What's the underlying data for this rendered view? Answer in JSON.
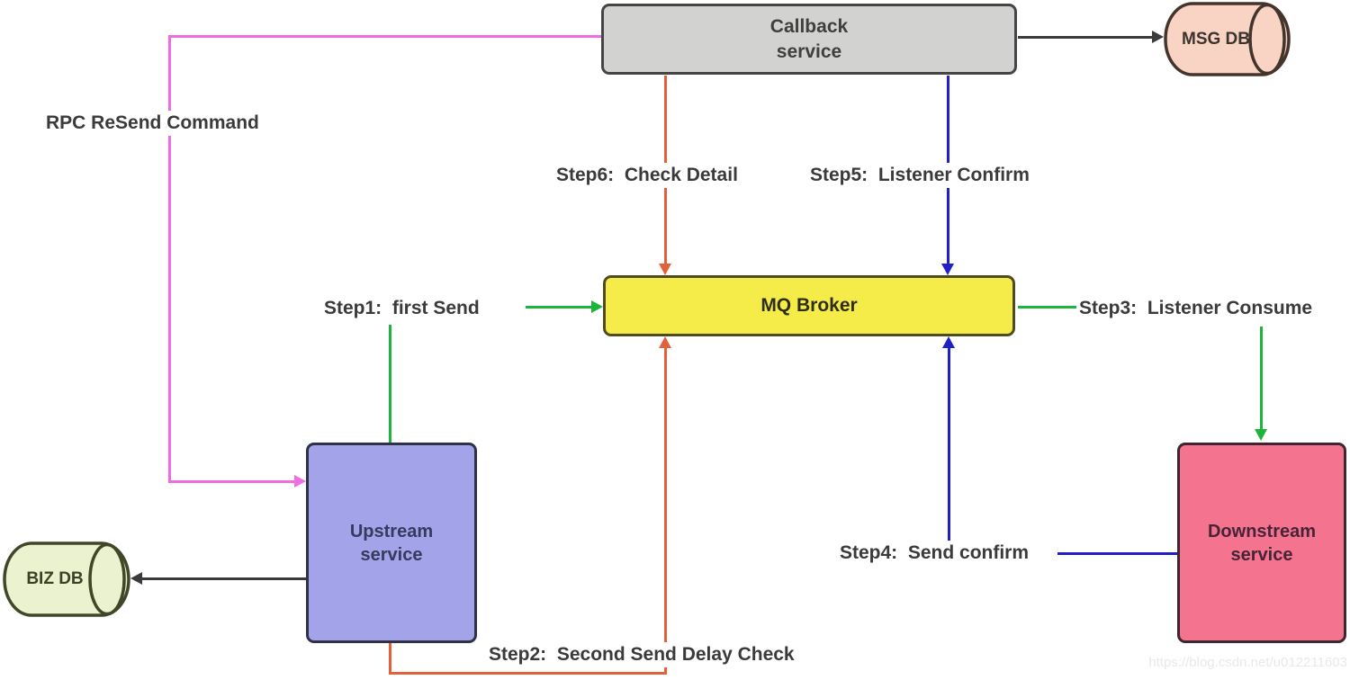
{
  "nodes": {
    "callback_service": {
      "line1": "Callback",
      "line2": "service"
    },
    "msg_db": {
      "label": "MSG DB"
    },
    "mq_broker": {
      "label": "MQ Broker"
    },
    "upstream_service": {
      "line1": "Upstream",
      "line2": "service"
    },
    "downstream_service": {
      "line1": "Downstream",
      "line2": "service"
    },
    "biz_db": {
      "label": "BIZ DB"
    }
  },
  "labels": {
    "rpc_resend": "RPC ReSend Command",
    "step1": "Step1:  first Send",
    "step2": "Step2:  Second Send Delay Check",
    "step3": "Step3:  Listener Consume",
    "step4": "Step4:  Send confirm",
    "step5": "Step5:  Listener Confirm",
    "step6": "Step6:  Check Detail"
  },
  "watermark": "https://blog.csdn.net/u012211603",
  "colors": {
    "flow_green": "#1cb43c",
    "flow_orange": "#e2613a",
    "flow_blue": "#2120c8",
    "flow_pink": "#ee6de2",
    "flow_black": "#3a3a3a",
    "callback_fill": "#d2d2d0",
    "mq_broker_fill": "#f5ec49",
    "upstream_fill": "#a3a3e9",
    "downstream_fill": "#f4748f",
    "msg_db_fill": "#f9d4c4",
    "biz_db_fill": "#ebf2cf"
  }
}
